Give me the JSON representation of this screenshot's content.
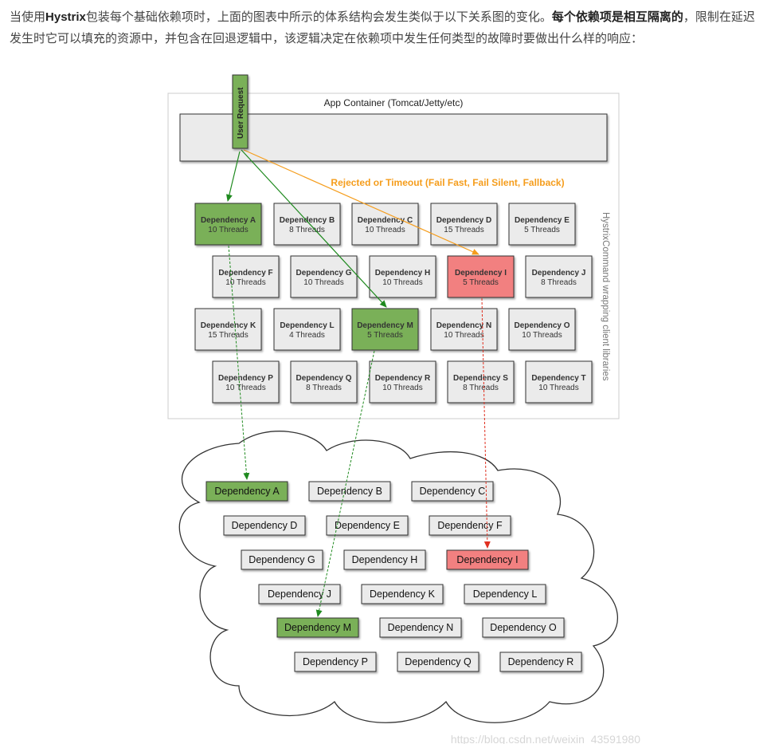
{
  "intro": {
    "part1": "当使用",
    "bold1": "Hystrix",
    "part2": "包装每个基础依赖项时，上面的图表中所示的体系结构会发生类似于以下关系图的变化。",
    "bold2": "每个依赖项是相互隔离的",
    "part3": "，限制在延迟发生时它可以填充的资源中，并包含在回退逻辑中，该逻辑决定在依赖项中发生任何类型的故障时要做出什么样的响应："
  },
  "diagram": {
    "container_label": "App Container (Tomcat/Jetty/etc)",
    "user_request": "User Request",
    "fallback_label": "Rejected or Timeout (Fail Fast, Fail Silent, Fallback)",
    "side_label": "HystrixCommand wrapping client libraries",
    "colors": {
      "green": "#7ab058",
      "red": "#f28080",
      "gray": "#ebebeb",
      "orange": "#f59d1c",
      "arrow_green": "#1f8a1f",
      "arrow_red": "#e03020"
    },
    "dependencies": [
      {
        "name": "Dependency A",
        "threads": "10 Threads",
        "state": "green"
      },
      {
        "name": "Dependency B",
        "threads": "8 Threads",
        "state": "normal"
      },
      {
        "name": "Dependency C",
        "threads": "10 Threads",
        "state": "normal"
      },
      {
        "name": "Dependency D",
        "threads": "15 Threads",
        "state": "normal"
      },
      {
        "name": "Dependency E",
        "threads": "5 Threads",
        "state": "normal"
      },
      {
        "name": "Dependency F",
        "threads": "10 Threads",
        "state": "normal"
      },
      {
        "name": "Dependency G",
        "threads": "10 Threads",
        "state": "normal"
      },
      {
        "name": "Dependency H",
        "threads": "10 Threads",
        "state": "normal"
      },
      {
        "name": "Dependency I",
        "threads": "5 Threads",
        "state": "red"
      },
      {
        "name": "Dependency J",
        "threads": "8 Threads",
        "state": "normal"
      },
      {
        "name": "Dependency K",
        "threads": "15 Threads",
        "state": "normal"
      },
      {
        "name": "Dependency L",
        "threads": "4 Threads",
        "state": "normal"
      },
      {
        "name": "Dependency M",
        "threads": "5 Threads",
        "state": "green"
      },
      {
        "name": "Dependency N",
        "threads": "10 Threads",
        "state": "normal"
      },
      {
        "name": "Dependency O",
        "threads": "10 Threads",
        "state": "normal"
      },
      {
        "name": "Dependency P",
        "threads": "10 Threads",
        "state": "normal"
      },
      {
        "name": "Dependency Q",
        "threads": "8 Threads",
        "state": "normal"
      },
      {
        "name": "Dependency R",
        "threads": "10 Threads",
        "state": "normal"
      },
      {
        "name": "Dependency S",
        "threads": "8 Threads",
        "state": "normal"
      },
      {
        "name": "Dependency T",
        "threads": "10 Threads",
        "state": "normal"
      }
    ],
    "cloud_dependencies": [
      {
        "name": "Dependency A",
        "state": "green"
      },
      {
        "name": "Dependency B",
        "state": "normal"
      },
      {
        "name": "Dependency C",
        "state": "normal"
      },
      {
        "name": "Dependency D",
        "state": "normal"
      },
      {
        "name": "Dependency E",
        "state": "normal"
      },
      {
        "name": "Dependency F",
        "state": "normal"
      },
      {
        "name": "Dependency G",
        "state": "normal"
      },
      {
        "name": "Dependency H",
        "state": "normal"
      },
      {
        "name": "Dependency I",
        "state": "red"
      },
      {
        "name": "Dependency J",
        "state": "normal"
      },
      {
        "name": "Dependency K",
        "state": "normal"
      },
      {
        "name": "Dependency L",
        "state": "normal"
      },
      {
        "name": "Dependency M",
        "state": "green"
      },
      {
        "name": "Dependency N",
        "state": "normal"
      },
      {
        "name": "Dependency O",
        "state": "normal"
      },
      {
        "name": "Dependency P",
        "state": "normal"
      },
      {
        "name": "Dependency Q",
        "state": "normal"
      },
      {
        "name": "Dependency R",
        "state": "normal"
      }
    ]
  },
  "watermark": "https://blog.csdn.net/weixin_43591980"
}
